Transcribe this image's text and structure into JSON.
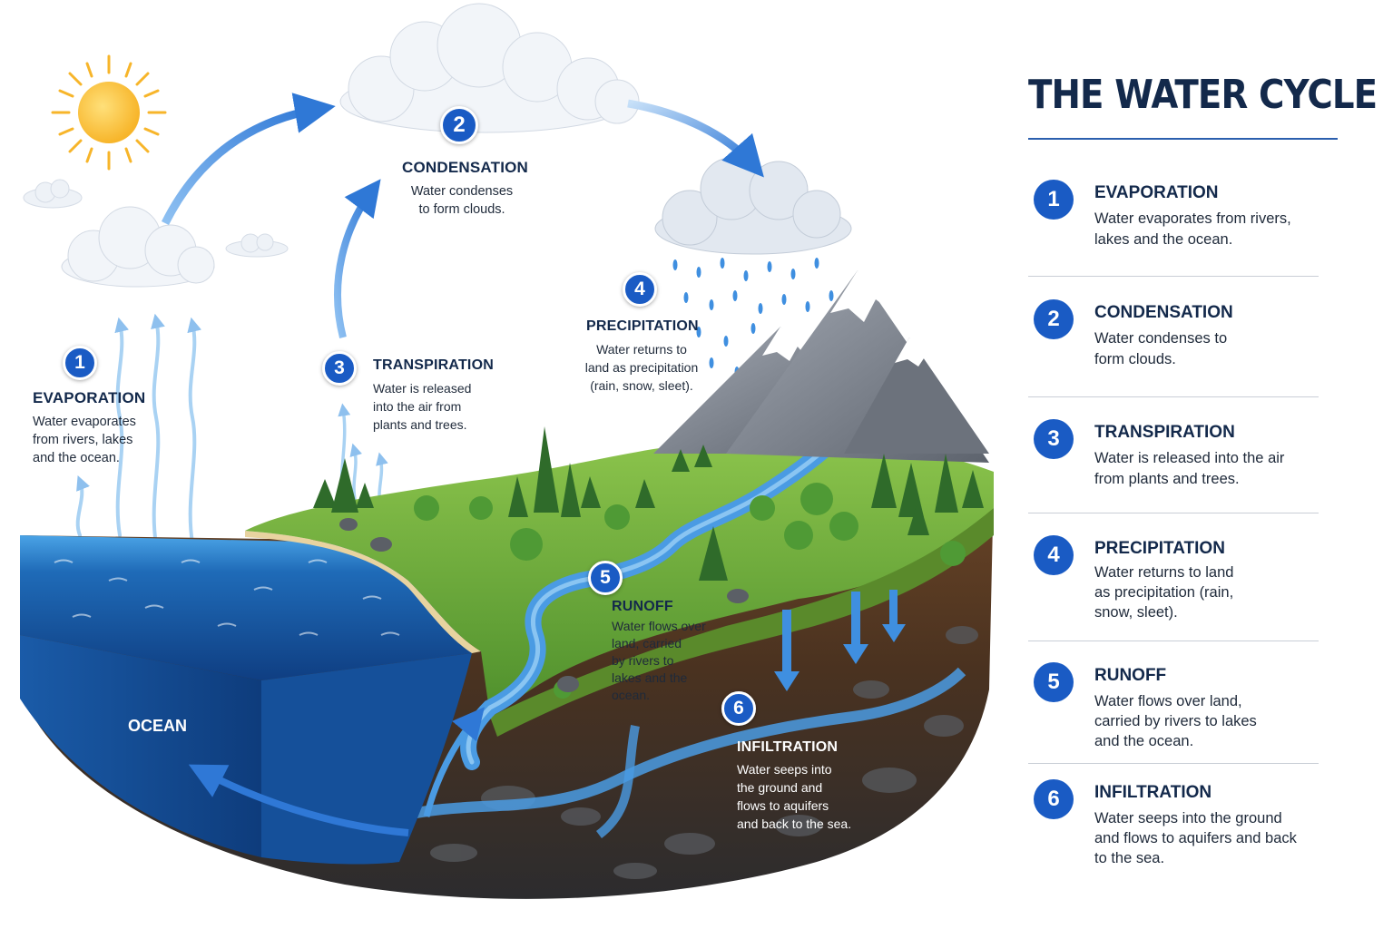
{
  "title": "THE WATER CYCLE",
  "ocean_label": "OCEAN",
  "steps": [
    {
      "number": "1",
      "name": "EVAPORATION",
      "diagram_desc": "Water evaporates\nfrom rivers, lakes\nand the ocean.",
      "panel_desc": "Water evaporates from rivers, lakes and the ocean."
    },
    {
      "number": "2",
      "name": "CONDENSATION",
      "diagram_desc": "Water condenses\nto form clouds.",
      "panel_desc": "Water condenses to form clouds."
    },
    {
      "number": "3",
      "name": "TRANSPIRATION",
      "diagram_desc": "Water is released\ninto the air from\nplants and trees.",
      "panel_desc": "Water is released into the air from plants and trees."
    },
    {
      "number": "4",
      "name": "PRECIPITATION",
      "diagram_desc": "Water returns to\nland as precipitation\n(rain, snow, sleet).",
      "panel_desc": "Water returns to land as precipitation (rain, snow, sleet)."
    },
    {
      "number": "5",
      "name": "RUNOFF",
      "diagram_desc": "Water flows over\nland, carried\nby rivers to\nlakes and the\nocean.",
      "panel_desc": "Water flows over land, carried by rivers to lakes and the ocean."
    },
    {
      "number": "6",
      "name": "INFILTRATION",
      "diagram_desc": "Water seeps into\nthe ground and\nflows to aquifers\nand back to the sea.",
      "panel_desc": "Water seeps into the ground and flows to aquifers and back to the sea."
    }
  ],
  "colors": {
    "badge": "#1a5bc4",
    "title": "#13294b",
    "ocean": "#1f6bb8",
    "grass": "#6aa83a",
    "soil": "#5a3b22",
    "rock": "#3b3d40",
    "arrow": "#2f78d6"
  }
}
